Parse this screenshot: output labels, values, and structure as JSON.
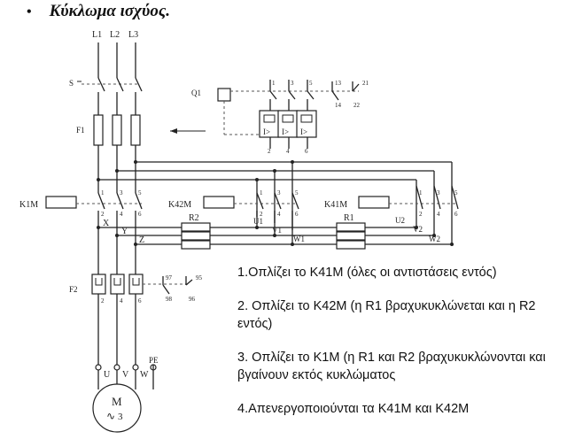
{
  "heading": {
    "bullet": "•",
    "title": "Κύκλωμα ισχύος."
  },
  "diagram": {
    "supply": {
      "L1": "L1",
      "L2": "L2",
      "L3": "L3"
    },
    "switch_s": "S",
    "fuse_block": "F1",
    "overload_relay": "F2",
    "breaker": "Q1",
    "contactor_main": "K1M",
    "contactor_k42": "K42M",
    "contactor_k41": "K41M",
    "resistor_r2": "R2",
    "resistor_r1": "R1",
    "phase_x": "X",
    "phase_y": "Y",
    "phase_z": "Z",
    "u1": "U1",
    "v1": "V1",
    "w1": "W1",
    "u2": "U2",
    "v2": "V2",
    "w2": "W2",
    "motor_u": "U",
    "motor_v": "V",
    "motor_w": "W",
    "pe": "PE",
    "motor": {
      "label": "M",
      "phases": "3"
    },
    "aux": {
      "n1": "1",
      "n2": "2",
      "n3": "3",
      "n4": "4",
      "n5": "5",
      "n6": "6",
      "n13": "13",
      "n14": "14",
      "n21": "21",
      "n22": "22",
      "n95": "95",
      "n96": "96",
      "n97": "97",
      "n98": "98"
    }
  },
  "steps": [
    "1.Οπλίζει το K41M (όλες οι αντιστάσεις εντός)",
    "2. Οπλίζει το K42M (η R1 βραχυκυκλώνεται και η R2 εντός)",
    "3. Οπλίζει το K1M (η R1 και R2 βραχυκυκλώνονται και βγαίνουν εκτός κυκλώματος",
    "4.Απενεργοποιούνται τα K41M και K42M"
  ]
}
